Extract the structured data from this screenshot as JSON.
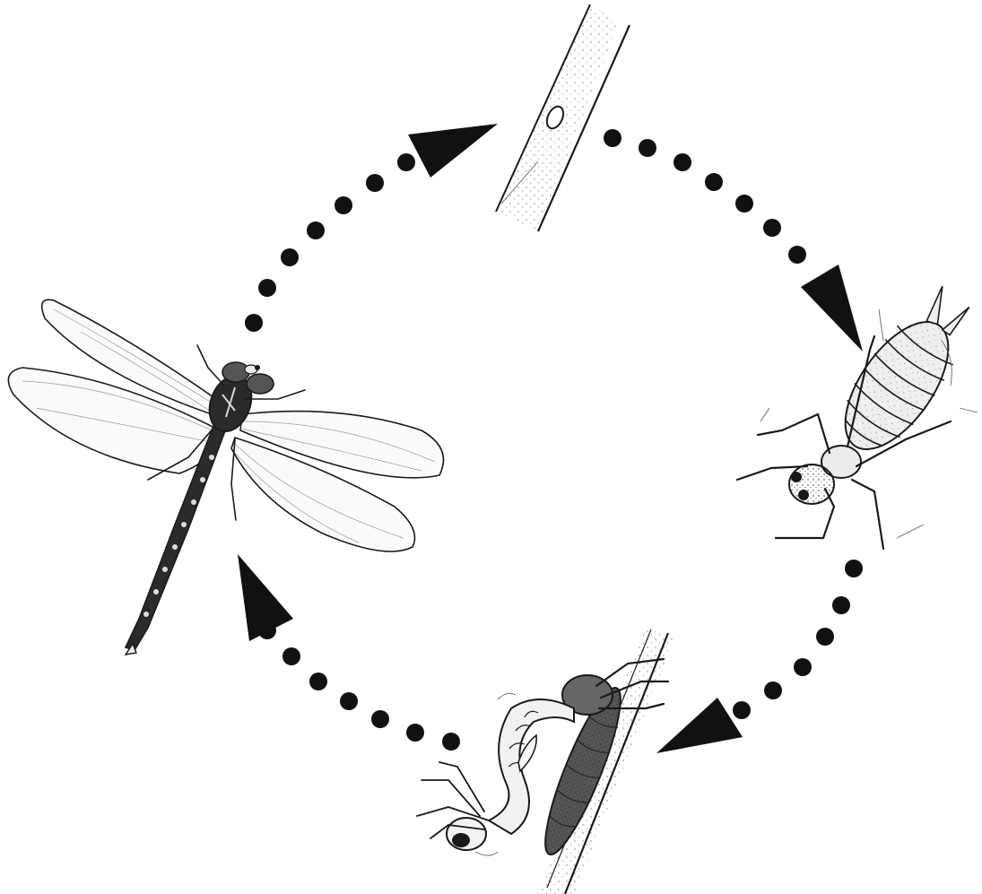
{
  "diagram": {
    "stages": [
      {
        "id": "egg"
      },
      {
        "id": "nymph"
      },
      {
        "id": "emerging-adult"
      },
      {
        "id": "adult-dragonfly"
      }
    ],
    "cycle_order": [
      "egg",
      "nymph",
      "emerging-adult",
      "adult-dragonfly"
    ],
    "style": {
      "ink": "#1a1a1a",
      "paper": "#ffffff",
      "wing_fill": "#fafafa",
      "body_light": "#eeeeee",
      "body_dark": "#333333"
    }
  }
}
